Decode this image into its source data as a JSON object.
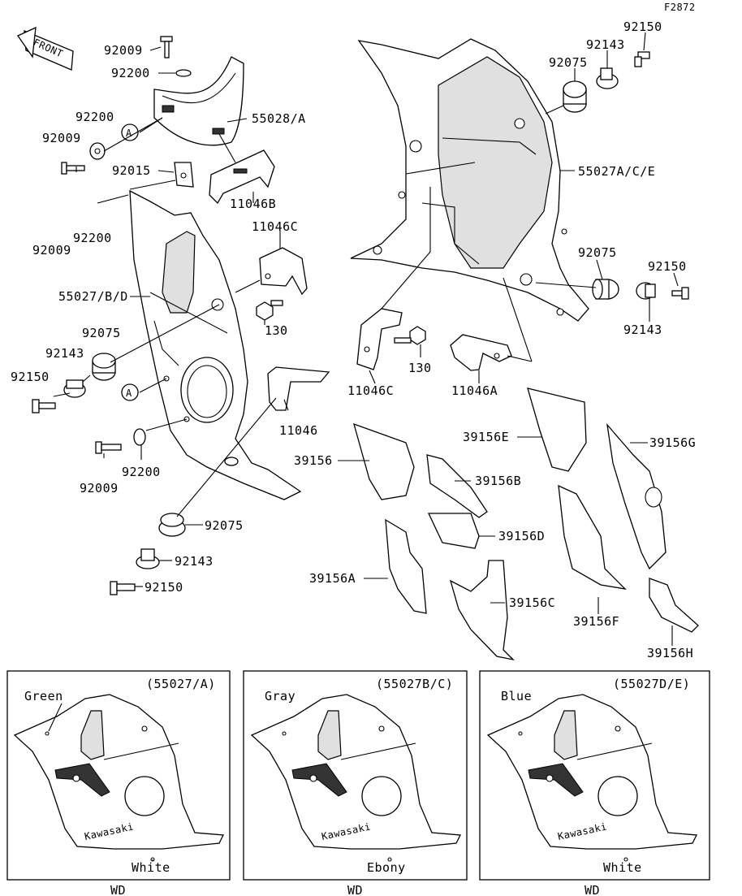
{
  "figure_code": "F2872",
  "front_badge": "FRONT",
  "callout_letter": "A",
  "callouts": [
    {
      "id": "lbl-92009-a",
      "text": "92009"
    },
    {
      "id": "lbl-92200-a",
      "text": "92200"
    },
    {
      "id": "lbl-55028a",
      "text": "55028/A"
    },
    {
      "id": "lbl-92200-b",
      "text": "92200"
    },
    {
      "id": "lbl-92009-b",
      "text": "92009"
    },
    {
      "id": "lbl-92015",
      "text": "92015"
    },
    {
      "id": "lbl-11046b",
      "text": "11046B"
    },
    {
      "id": "lbl-92009-c",
      "text": "92009"
    },
    {
      "id": "lbl-92200-c",
      "text": "92200"
    },
    {
      "id": "lbl-11046c-a",
      "text": "11046C"
    },
    {
      "id": "lbl-55027bd",
      "text": "55027/B/D"
    },
    {
      "id": "lbl-130-a",
      "text": "130"
    },
    {
      "id": "lbl-92075-a",
      "text": "92075"
    },
    {
      "id": "lbl-92143-a",
      "text": "92143"
    },
    {
      "id": "lbl-92150-a",
      "text": "92150"
    },
    {
      "id": "lbl-11046",
      "text": "11046"
    },
    {
      "id": "lbl-92009-d",
      "text": "92009"
    },
    {
      "id": "lbl-92200-d",
      "text": "92200"
    },
    {
      "id": "lbl-92075-b",
      "text": "92075"
    },
    {
      "id": "lbl-92143-b",
      "text": "92143"
    },
    {
      "id": "lbl-92150-b",
      "text": "92150"
    },
    {
      "id": "lbl-92150-c",
      "text": "92150"
    },
    {
      "id": "lbl-92143-c",
      "text": "92143"
    },
    {
      "id": "lbl-92075-c",
      "text": "92075"
    },
    {
      "id": "lbl-55027ace",
      "text": "55027A/C/E"
    },
    {
      "id": "lbl-92075-d",
      "text": "92075"
    },
    {
      "id": "lbl-92150-d",
      "text": "92150"
    },
    {
      "id": "lbl-92143-d",
      "text": "92143"
    },
    {
      "id": "lbl-11046c-b",
      "text": "11046C"
    },
    {
      "id": "lbl-130-b",
      "text": "130"
    },
    {
      "id": "lbl-11046a",
      "text": "11046A"
    },
    {
      "id": "lbl-39156e",
      "text": "39156E"
    },
    {
      "id": "lbl-39156g",
      "text": "39156G"
    },
    {
      "id": "lbl-39156",
      "text": "39156"
    },
    {
      "id": "lbl-39156b",
      "text": "39156B"
    },
    {
      "id": "lbl-39156d",
      "text": "39156D"
    },
    {
      "id": "lbl-39156a",
      "text": "39156A"
    },
    {
      "id": "lbl-39156c",
      "text": "39156C"
    },
    {
      "id": "lbl-39156f",
      "text": "39156F"
    },
    {
      "id": "lbl-39156h",
      "text": "39156H"
    }
  ],
  "color_panels": [
    {
      "code": "(55027/A)",
      "top_color": "Green",
      "bottom_color": "White",
      "logo": "Kawasaki",
      "footer": "WD"
    },
    {
      "code": "(55027B/C)",
      "top_color": "Gray",
      "bottom_color": "Ebony",
      "logo": "Kawasaki",
      "footer": "WD"
    },
    {
      "code": "(55027D/E)",
      "top_color": "Blue",
      "bottom_color": "White",
      "logo": "Kawasaki",
      "footer": "WD"
    }
  ]
}
